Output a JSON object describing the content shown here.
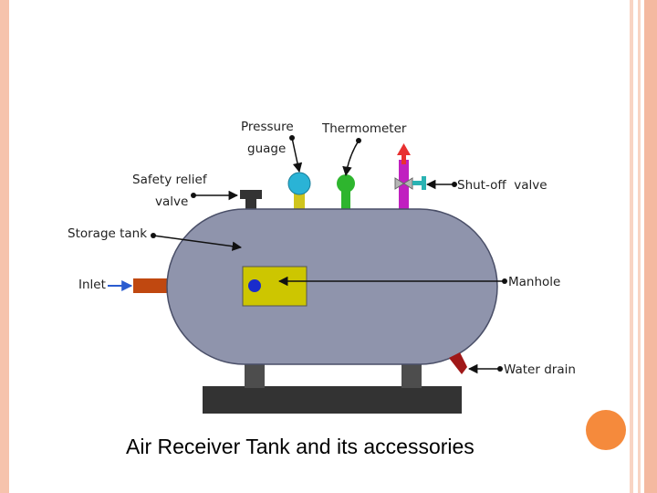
{
  "caption": "Air Receiver Tank and its accessories",
  "labels": {
    "pressure_gauge_line1": "Pressure",
    "pressure_gauge_line2": "guage",
    "thermometer": "Thermometer",
    "safety_relief_line1": "Safety relief",
    "safety_relief_line2": "valve",
    "storage_tank": "Storage tank",
    "inlet": "Inlet",
    "shutoff_valve": "Shut-off  valve",
    "manhole": "Manhole",
    "water_drain": "Water drain"
  },
  "colors": {
    "tank_body": "#8f94ac",
    "tank_outline": "#4a4f68",
    "base": "#333333",
    "legs": "#4d4d4d",
    "manhole_plate": "#cdc600",
    "manhole_dot": "#1a2ccc",
    "pressure_gauge": "#2ab3d6",
    "gauge_stem": "#d0c51e",
    "thermometer": "#2eb52e",
    "shutoff_pipe": "#c020c0",
    "shutoff_handle": "#2ab3b3",
    "arrow_red": "#e83030",
    "inlet_pipe": "#c04810",
    "inlet_arrow": "#2a5cd0",
    "water_drain": "#a01818",
    "frame_accent": "#f58a3c"
  }
}
